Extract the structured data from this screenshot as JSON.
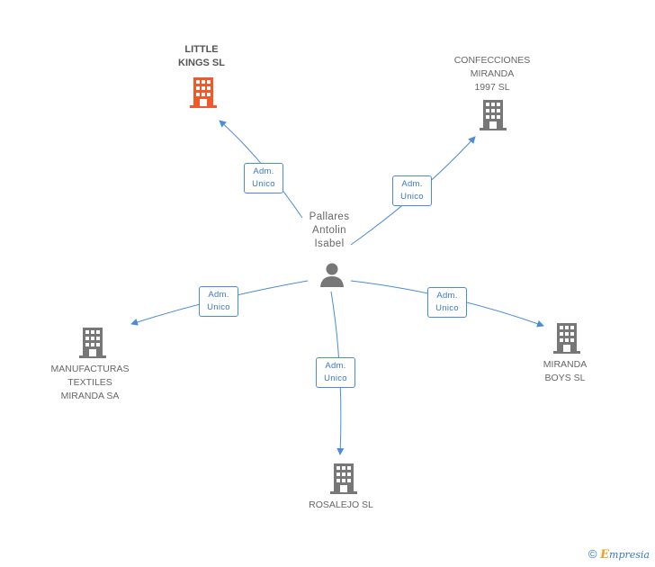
{
  "person": {
    "name": "Pallares\nAntolin\nIsabel",
    "icon": "person-icon"
  },
  "companies": [
    {
      "name": "LITTLE\nKINGS SL",
      "icon": "building-icon",
      "color": "#f05a28",
      "highlight": true
    },
    {
      "name": "CONFECCIONES\nMIRANDA\n1997 SL",
      "icon": "building-icon",
      "color": "#777777"
    },
    {
      "name": "MANUFACTURAS\nTEXTILES\nMIRANDA SA",
      "icon": "building-icon",
      "color": "#777777"
    },
    {
      "name": "MIRANDA\nBOYS SL",
      "icon": "building-icon",
      "color": "#777777"
    },
    {
      "name": "ROSALEJO SL",
      "icon": "building-icon",
      "color": "#777777"
    }
  ],
  "relations": [
    {
      "label": "Adm.\nUnico"
    },
    {
      "label": "Adm.\nUnico"
    },
    {
      "label": "Adm.\nUnico"
    },
    {
      "label": "Adm.\nUnico"
    },
    {
      "label": "Adm.\nUnico"
    }
  ],
  "footer": {
    "copyright": "©",
    "brand_initial": "E",
    "brand_rest": "mpresia"
  },
  "colors": {
    "edge": "#4a8cd8",
    "building_default": "#777777",
    "building_highlight": "#f05a28",
    "person": "#777777"
  }
}
